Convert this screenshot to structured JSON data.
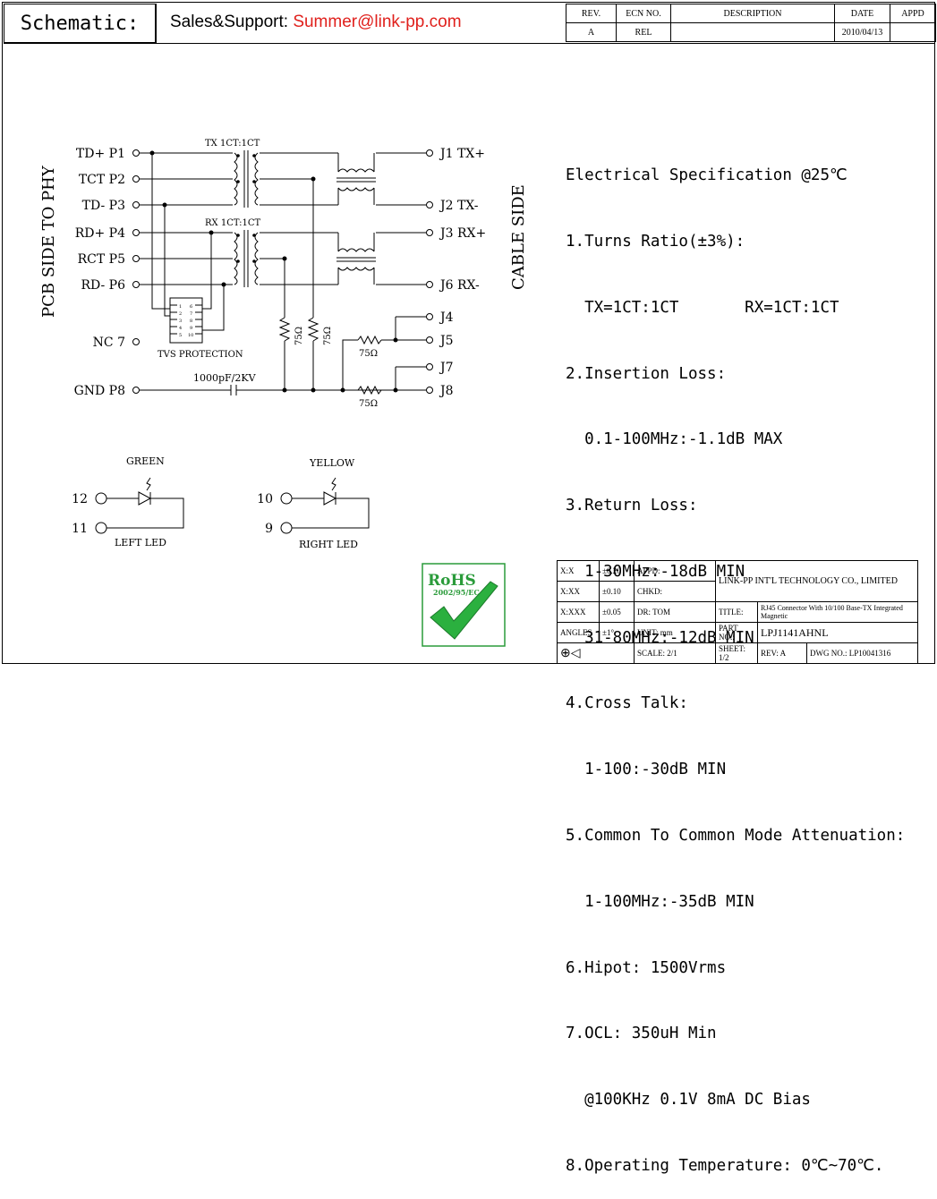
{
  "header": {
    "title": "Schematic:",
    "sales_label": "Sales&Support: ",
    "sales_email": "Summer@link-pp.com"
  },
  "revision_table": {
    "headers": [
      "REV.",
      "ECN NO.",
      "DESCRIPTION",
      "DATE",
      "APPD"
    ],
    "row": [
      "A",
      "REL",
      "",
      "2010/04/13",
      ""
    ]
  },
  "schematic": {
    "side_left": "PCB SIDE TO PHY",
    "side_right": "CABLE SIDE",
    "left_pins": [
      "TD+ P1",
      "TCT P2",
      "TD- P3",
      "RD+ P4",
      "RCT P5",
      "RD- P6",
      "NC 7",
      "GND P8"
    ],
    "right_pins": [
      "J1 TX+",
      "J2 TX-",
      "J3 RX+",
      "J6 RX-",
      "J4",
      "J5",
      "J7",
      "J8"
    ],
    "tx_label": "TX 1CT:1CT",
    "rx_label": "RX 1CT:1CT",
    "tvs_label": "TVS PROTECTION",
    "cap_label": "1000pF/2KV",
    "resistor_label": "75Ω",
    "tvs_pins": [
      "1",
      "2",
      "3",
      "4",
      "5",
      "6",
      "7",
      "8",
      "9",
      "10"
    ]
  },
  "leds": {
    "left": {
      "color": "GREEN",
      "pins": [
        "12",
        "11"
      ],
      "label": "LEFT LED"
    },
    "right": {
      "color": "YELLOW",
      "pins": [
        "10",
        "9"
      ],
      "label": "RIGHT LED"
    }
  },
  "spec": {
    "lines": [
      "Electrical Specification @25℃",
      "1.Turns Ratio(±3%):",
      "  TX=1CT:1CT       RX=1CT:1CT",
      "2.Insertion Loss:",
      "  0.1-100MHz:-1.1dB MAX",
      "3.Return Loss:",
      "  1-30MHz:-18dB MIN",
      "  31-80MHz:-12dB MIN",
      "4.Cross Talk:",
      "  1-100:-30dB MIN",
      "5.Common To Common Mode Attenuation:",
      "  1-100MHz:-35dB MIN",
      "6.Hipot: 1500Vrms",
      "7.OCL: 350uH Min",
      "  @100KHz 0.1V 8mA DC Bias",
      "8.Operating Temperature: 0℃~70℃."
    ]
  },
  "rohs": {
    "title": "RoHS",
    "subtitle": "2002/95/EC"
  },
  "title_block": {
    "tol_labels": [
      "X:X",
      "X:XX",
      "X:XXX",
      "ANGLES"
    ],
    "tol_values": [
      "±0.20",
      "±0.10",
      "±0.05",
      "±1°"
    ],
    "appd": "APPD:",
    "chkd": "CHKD:",
    "dr": "DR:",
    "dr_value": "TOM",
    "unit": "UNIT:",
    "unit_value": "mm",
    "company": "LINK-PP INT'L TECHNOLOGY CO., LIMITED",
    "title_label": "TITLE:",
    "title_value": "RJ45 Connector With 10/100 Base-TX Integrated Magnetic",
    "part_label": "PART NO.:",
    "part_value": "LPJ1141AHNL",
    "scale_label": "SCALE:",
    "scale_value": "2/1",
    "sheet_label": "SHEET:",
    "sheet_value": "1/2",
    "rev_label": "REV:",
    "rev_value": "A",
    "dwg_label": "DWG NO.:",
    "dwg_value": "LP10041316"
  }
}
